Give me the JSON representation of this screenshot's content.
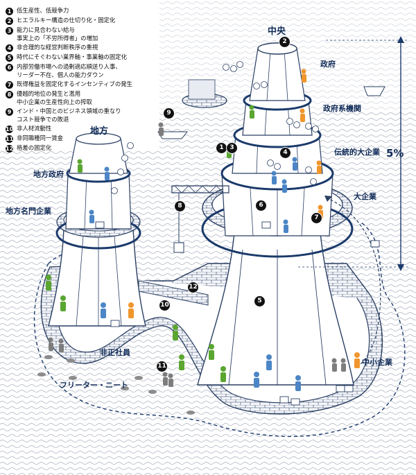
{
  "legend": [
    {
      "num": "1",
      "text": "低生産性、低競争力"
    },
    {
      "num": "2",
      "text": "ヒエラルキー構造の仕切り化・固定化"
    },
    {
      "num": "3",
      "text": "能力に見合わない給与\n事実上の「不労所得者」の増加"
    },
    {
      "num": "4",
      "text": "非合理的な経営判断秩序の重視"
    },
    {
      "num": "5",
      "text": "時代にそぐわない業界軸・事業軸の固定化"
    },
    {
      "num": "6",
      "text": "内部労働市場への過剰適応順送り人事、\nリーダー不在、個人の能力ダウン"
    },
    {
      "num": "7",
      "text": "既得権益を固定化するインセンティブの発生"
    },
    {
      "num": "8",
      "text": "優越的地位の発生と濫用\n中小企業の生産性向上の搾取"
    },
    {
      "num": "9",
      "text": "インド・中国とのビジネス領域の重なり\nコスト競争での敗退"
    },
    {
      "num": "10",
      "text": "非人材流動性"
    },
    {
      "num": "11",
      "text": "非同職種同一賃金"
    },
    {
      "num": "12",
      "text": "格差の固定化"
    }
  ],
  "labels": {
    "chuo": "中央",
    "seifu": "政府",
    "seifukei": "政府系機関",
    "dentou": "伝統的大企業",
    "daikigyo": "大企業",
    "percent": "5%",
    "chiho": "地方",
    "chiho_seifu": "地方政府",
    "chiho_meimon": "地方名門企業",
    "hiseisha": "非正社員",
    "freeter": "フリーター・ニート",
    "chusho": "中小企業"
  },
  "badges": {
    "b1": "1",
    "b2": "2",
    "b3": "3",
    "b4": "4",
    "b5": "5",
    "b6": "6",
    "b7": "7",
    "b8": "8",
    "b9": "9",
    "b10": "10",
    "b11": "11",
    "b12": "12"
  },
  "colors": {
    "navy": "#1b3a6b",
    "stroke": "#2a3f63",
    "wave": "#9aa3b2",
    "brick": "#eef1f6",
    "blue_person": "#4c86c6",
    "green_person": "#5aa630",
    "orange_person": "#f0962c",
    "gray_person": "#7d7d7d"
  }
}
